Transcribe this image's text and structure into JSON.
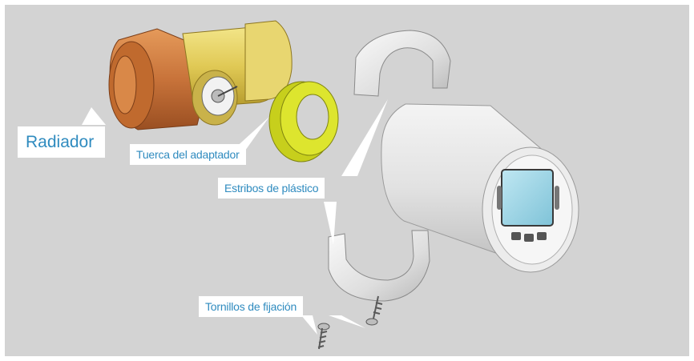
{
  "labels": {
    "radiator": "Radiador",
    "adapter_nut": "Tuerca del adaptador",
    "plastic_brackets": "Estribos de plástico",
    "fixing_screws": "Tornillos de fijación"
  },
  "colors": {
    "background": "#d3d3d3",
    "label_text": "#2f8bbf",
    "valve_body": "#c9783a",
    "brass": "#e3cf5e",
    "adapter_ring": "#d8e02a",
    "plastic": "#e6e6e6",
    "display": "#9ed6e6"
  }
}
